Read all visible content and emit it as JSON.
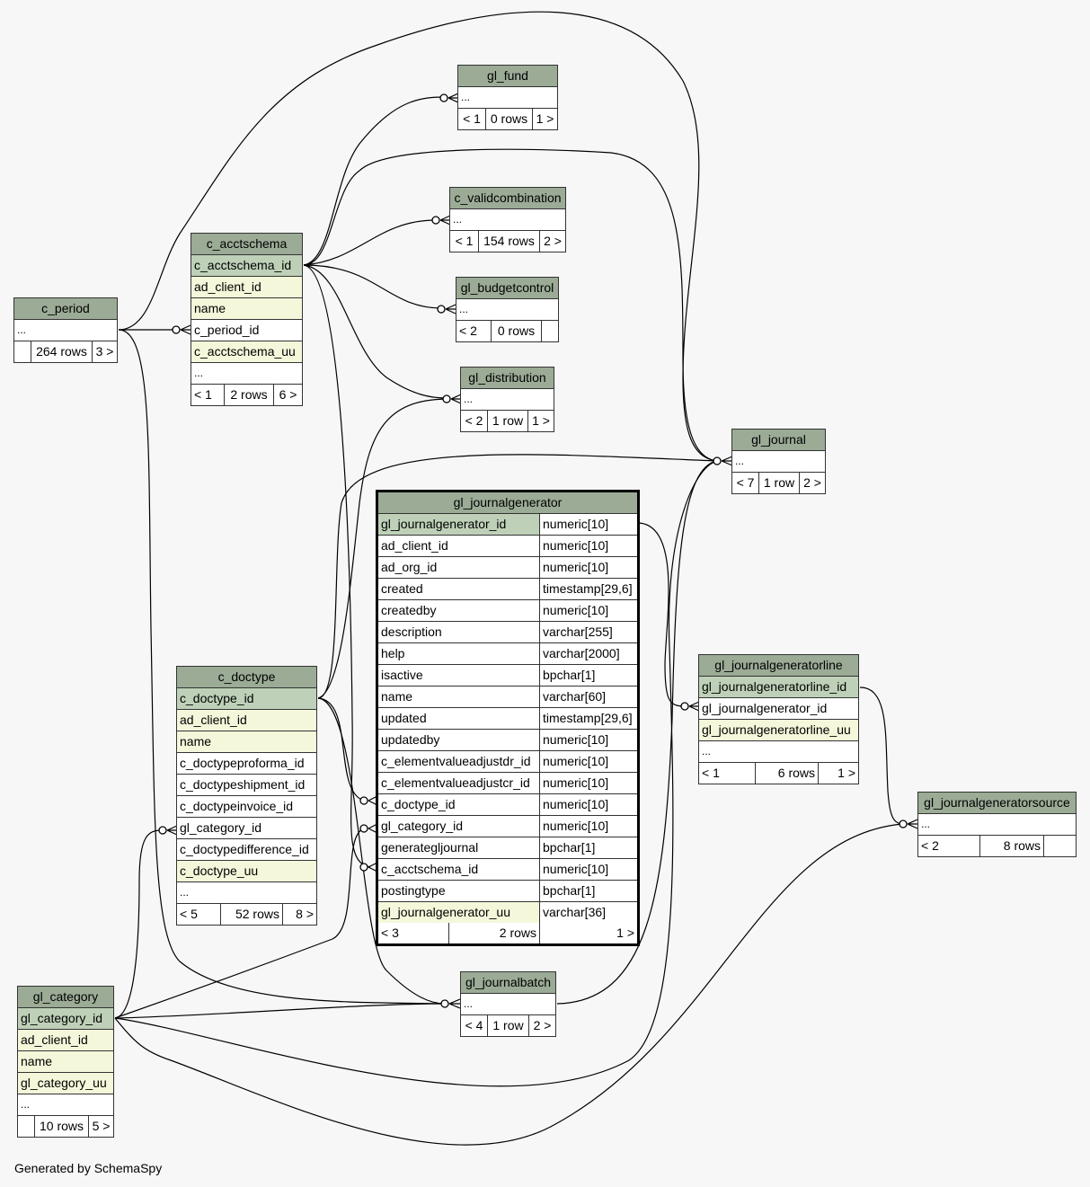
{
  "footer": "Generated by SchemaSpy",
  "tables": {
    "gl_fund": {
      "name": "gl_fund",
      "ellipsis": "...",
      "foot": [
        "< 1",
        "0 rows",
        "1 >"
      ]
    },
    "c_validcombination": {
      "name": "c_validcombination",
      "ellipsis": "...",
      "foot": [
        "< 1",
        "154 rows",
        "2 >"
      ]
    },
    "gl_budgetcontrol": {
      "name": "gl_budgetcontrol",
      "ellipsis": "...",
      "foot": [
        "< 2",
        "0 rows",
        ""
      ]
    },
    "gl_distribution": {
      "name": "gl_distribution",
      "ellipsis": "...",
      "foot": [
        "< 2",
        "1 row",
        "1 >"
      ]
    },
    "gl_journal": {
      "name": "gl_journal",
      "ellipsis": "...",
      "foot": [
        "< 7",
        "1 row",
        "2 >"
      ]
    },
    "c_period": {
      "name": "c_period",
      "ellipsis": "...",
      "foot": [
        "",
        "264 rows",
        "3 >"
      ]
    },
    "c_acctschema": {
      "name": "c_acctschema",
      "columns": [
        "c_acctschema_id",
        "ad_client_id",
        "name",
        "c_period_id",
        "c_acctschema_uu"
      ],
      "ellipsis": "...",
      "foot": [
        "< 1",
        "2 rows",
        "6 >"
      ]
    },
    "c_doctype": {
      "name": "c_doctype",
      "columns": [
        "c_doctype_id",
        "ad_client_id",
        "name",
        "c_doctypeproforma_id",
        "c_doctypeshipment_id",
        "c_doctypeinvoice_id",
        "gl_category_id",
        "c_doctypedifference_id",
        "c_doctype_uu"
      ],
      "ellipsis": "...",
      "foot": [
        "< 5",
        "52 rows",
        "8 >"
      ]
    },
    "gl_journalgenerator": {
      "name": "gl_journalgenerator",
      "columns": [
        {
          "name": "gl_journalgenerator_id",
          "type": "numeric[10]"
        },
        {
          "name": "ad_client_id",
          "type": "numeric[10]"
        },
        {
          "name": "ad_org_id",
          "type": "numeric[10]"
        },
        {
          "name": "created",
          "type": "timestamp[29,6]"
        },
        {
          "name": "createdby",
          "type": "numeric[10]"
        },
        {
          "name": "description",
          "type": "varchar[255]"
        },
        {
          "name": "help",
          "type": "varchar[2000]"
        },
        {
          "name": "isactive",
          "type": "bpchar[1]"
        },
        {
          "name": "name",
          "type": "varchar[60]"
        },
        {
          "name": "updated",
          "type": "timestamp[29,6]"
        },
        {
          "name": "updatedby",
          "type": "numeric[10]"
        },
        {
          "name": "c_elementvalueadjustdr_id",
          "type": "numeric[10]"
        },
        {
          "name": "c_elementvalueadjustcr_id",
          "type": "numeric[10]"
        },
        {
          "name": "c_doctype_id",
          "type": "numeric[10]"
        },
        {
          "name": "gl_category_id",
          "type": "numeric[10]"
        },
        {
          "name": "generategljournal",
          "type": "bpchar[1]"
        },
        {
          "name": "c_acctschema_id",
          "type": "numeric[10]"
        },
        {
          "name": "postingtype",
          "type": "bpchar[1]"
        },
        {
          "name": "gl_journalgenerator_uu",
          "type": "varchar[36]"
        }
      ],
      "foot": [
        "< 3",
        "2 rows",
        "1 >"
      ]
    },
    "gl_journalgeneratorline": {
      "name": "gl_journalgeneratorline",
      "columns": [
        "gl_journalgeneratorline_id",
        "gl_journalgenerator_id",
        "gl_journalgeneratorline_uu"
      ],
      "ellipsis": "...",
      "foot": [
        "< 1",
        "6 rows",
        "1 >"
      ]
    },
    "gl_journalgeneratorsource": {
      "name": "gl_journalgeneratorsource",
      "ellipsis": "...",
      "foot": [
        "< 2",
        "8 rows",
        ""
      ]
    },
    "gl_journalbatch": {
      "name": "gl_journalbatch",
      "ellipsis": "...",
      "foot": [
        "< 4",
        "1 row",
        "2 >"
      ]
    },
    "gl_category": {
      "name": "gl_category",
      "columns": [
        "gl_category_id",
        "ad_client_id",
        "name",
        "gl_category_uu"
      ],
      "ellipsis": "...",
      "foot": [
        "",
        "10 rows",
        "5 >"
      ]
    }
  },
  "colors": {
    "header": "#9bab96",
    "primary_key": "#bed1b8",
    "indexed": "#f4f7da",
    "background": "#f7f7f7"
  }
}
